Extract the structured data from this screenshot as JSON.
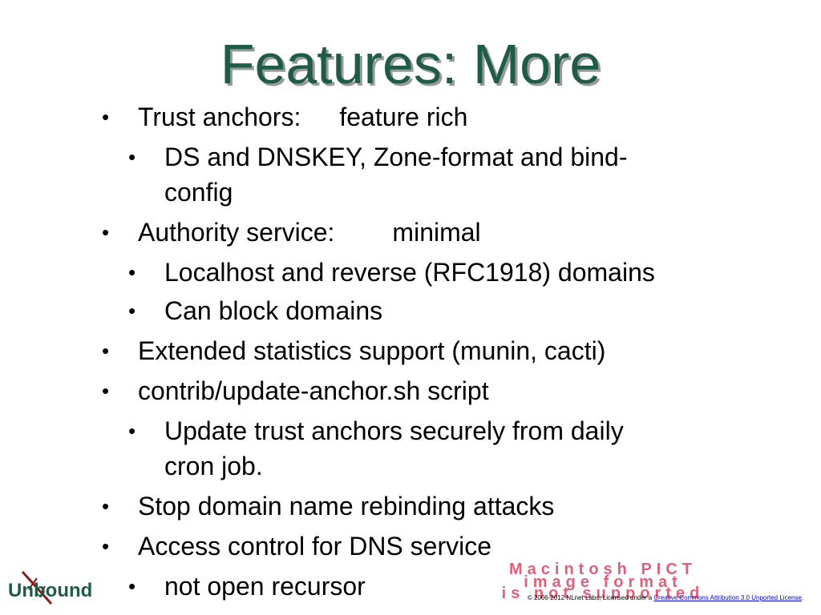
{
  "slide": {
    "title": "Features: More",
    "bullets": [
      {
        "text": "Trust anchors:",
        "suffix": "feature rich"
      },
      {
        "text": "DS and DNSKEY, Zone-format and bind-"
      },
      {
        "text": "config"
      },
      {
        "text": "Authority service:",
        "suffix": "minimal"
      },
      {
        "text": "Localhost and reverse (RFC1918) domains"
      },
      {
        "text": "Can block domains"
      },
      {
        "text": "Extended statistics support (munin, cacti)"
      },
      {
        "text": "contrib/update-anchor.sh script"
      },
      {
        "text": "Update trust anchors securely from daily"
      },
      {
        "text": "cron job."
      },
      {
        "text": "Stop domain name rebinding attacks"
      },
      {
        "text": "Access control for DNS service"
      },
      {
        "text": "not open recursor"
      }
    ],
    "bullet_symbol": "•",
    "logo_text": "Unbound",
    "pict_lines": [
      "Macintosh PICT",
      "image format",
      "is not supported"
    ],
    "footer": {
      "prefix": "© 2006-2012 NLnet Labs, Licensed under a ",
      "link": "Creative Commons Attribution 3.0 Unported License",
      "suffix": "."
    },
    "colors": {
      "title": "#1e5c48",
      "pict": "#e0607a",
      "link": "#0000cc"
    }
  }
}
